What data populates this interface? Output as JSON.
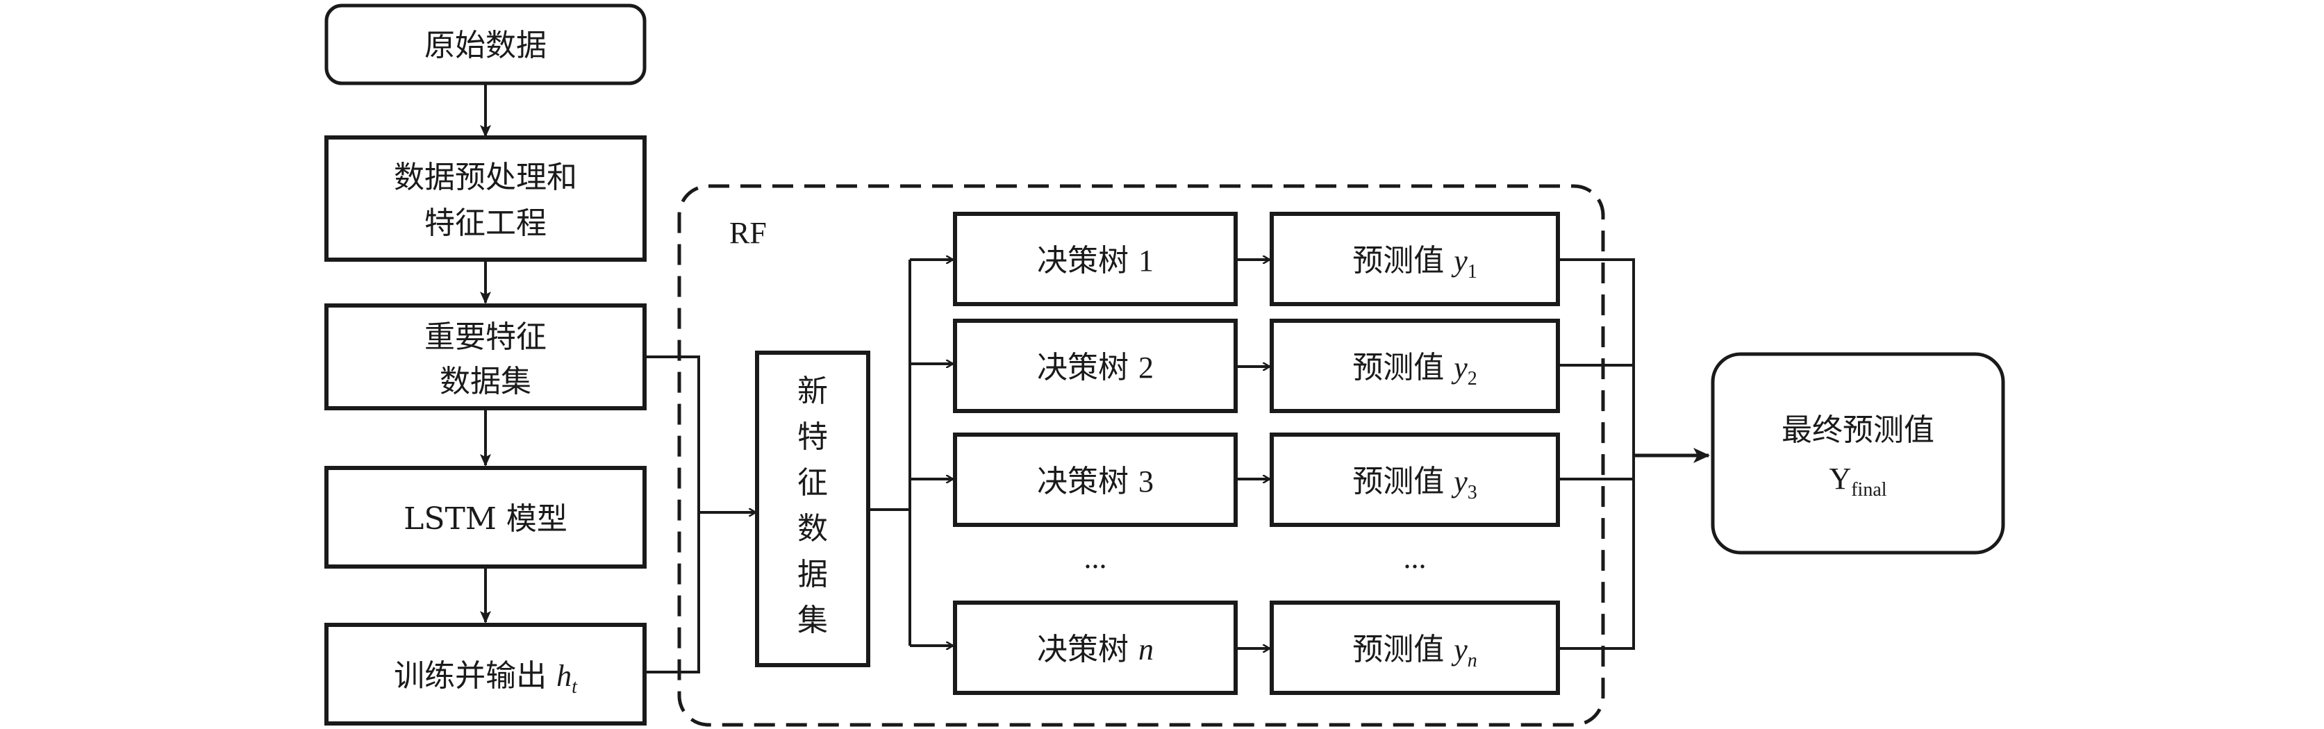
{
  "nodes": {
    "raw_data": "原始数据",
    "preprocess_line1": "数据预处理和",
    "preprocess_line2": "特征工程",
    "important_line1": "重要特征",
    "important_line2": "数据集",
    "lstm": "LSTM 模型",
    "train_output": "训练并输出",
    "train_output_var": "h",
    "train_output_sub": "t",
    "rf_label": "RF",
    "new_feature_chars": [
      "新",
      "特",
      "征",
      "数",
      "据",
      "集"
    ],
    "tree_prefix": "决策树",
    "trees": [
      "1",
      "2",
      "3",
      "n"
    ],
    "pred_prefix": "预测值",
    "pred_var": "y",
    "pred_subs": [
      "1",
      "2",
      "3",
      "n"
    ],
    "ellipsis": "...",
    "final_line1": "最终预测值",
    "final_var": "Y",
    "final_sub": "final"
  }
}
